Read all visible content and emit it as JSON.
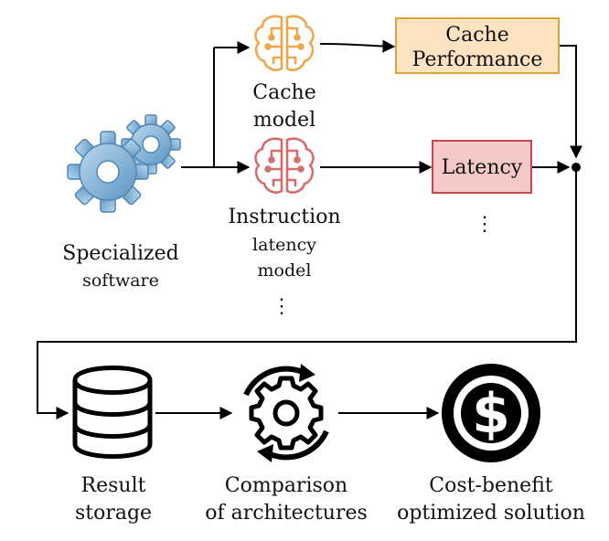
{
  "nodes": {
    "specialized_software": {
      "line1": "Specialized",
      "line2": "software",
      "icon": "gears-icon"
    },
    "cache_model": {
      "line1": "Cache",
      "line2": "model",
      "icon": "brain-circuit-icon"
    },
    "instruction_latency_model": {
      "line1": "Instruction",
      "line2": "latency",
      "line3": "model",
      "icon": "brain-circuit-icon"
    },
    "cache_performance": {
      "line1": "Cache",
      "line2": "Performance"
    },
    "latency": {
      "label": "Latency"
    },
    "result_storage": {
      "line1": "Result",
      "line2": "storage",
      "icon": "database-icon"
    },
    "comparison": {
      "line1": "Comparison",
      "line2": "of architectures",
      "icon": "gear-cycle-icon"
    },
    "cost_benefit": {
      "line1": "Cost-benefit",
      "line2": "optimized solution",
      "icon": "dollar-icon"
    }
  },
  "ellipsis": "⋮",
  "colors": {
    "cache_box_fill": "#fde3c2",
    "cache_box_stroke": "#d9a43a",
    "latency_box_fill": "#f6c9c9",
    "latency_box_stroke": "#c24a4a",
    "cache_brain": "#f0a64a",
    "latency_brain": "#d46e6e",
    "gear_blue": "#7fb1d8",
    "line": "#000000"
  }
}
